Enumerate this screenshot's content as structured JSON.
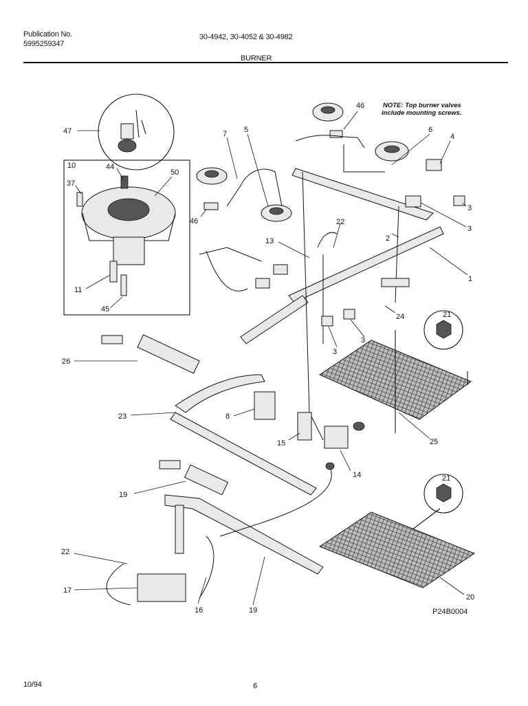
{
  "header": {
    "pub_label": "Publication No.",
    "pub_number": "5995259347",
    "models": "30-4942, 30-4052 & 30-4982",
    "section": "BURNER"
  },
  "note": {
    "line1": "NOTE: Top burner valves",
    "line2": "include mounting screws."
  },
  "callouts": {
    "c47": "47",
    "c10": "10",
    "c44": "44",
    "c50": "50",
    "c37": "37",
    "c46a": "46",
    "c11": "11",
    "c45": "45",
    "c7": "7",
    "c5": "5",
    "c46b": "46",
    "c6": "6",
    "c4": "4",
    "c3a": "3",
    "c3b": "3",
    "c22a": "22",
    "c13": "13",
    "c2": "2",
    "c1": "1",
    "c24": "24",
    "c3c": "3",
    "c3d": "3",
    "c21a": "21",
    "c26": "26",
    "c8": "8",
    "c23": "23",
    "c15": "15",
    "c25": "25",
    "c14": "14",
    "c19a": "19",
    "c21b": "21",
    "c22b": "22",
    "c17": "17",
    "c16": "16",
    "c19b": "19",
    "c20": "20"
  },
  "figure_code": "P24B0004",
  "footer": {
    "date": "10/94",
    "page": "6"
  }
}
